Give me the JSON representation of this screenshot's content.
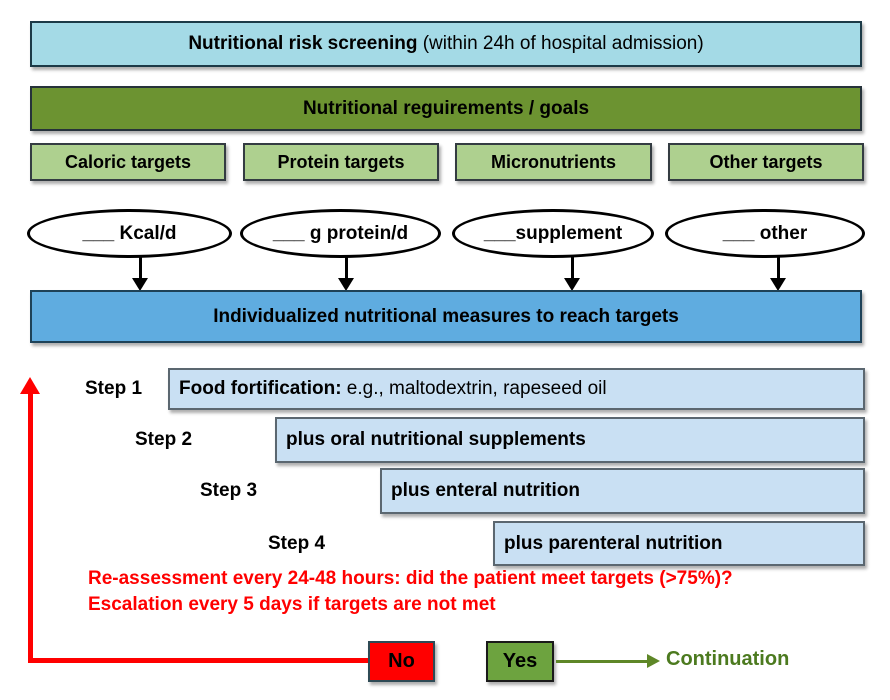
{
  "colors": {
    "cyan_box": "#A4DAE6",
    "dark_green": "#6C9331",
    "light_green": "#AED08F",
    "mid_blue": "#5FACE0",
    "light_blue": "#C9E0F3",
    "red": "#FF0000",
    "yes_green": "#6DA33F",
    "olive_arrow": "#5E8727",
    "olive_text": "#4C7A1F"
  },
  "screening": {
    "title_bold": "Nutritional risk screening",
    "title_rest": " (within 24h of hospital admission)"
  },
  "requirements": {
    "title": "Nutritional reguirements / goals"
  },
  "targets": [
    {
      "label": "Caloric targets"
    },
    {
      "label": "Protein targets"
    },
    {
      "label": "Micronutrients"
    },
    {
      "label": "Other targets"
    }
  ],
  "goal_values": [
    {
      "label": "___ Kcal/d"
    },
    {
      "label": "___ g protein/d"
    },
    {
      "label": "___supplement"
    },
    {
      "label": "___ other"
    }
  ],
  "measures": {
    "title": "Individualized nutritional measures to reach targets"
  },
  "steps": [
    {
      "label": "Step 1",
      "text_bold": "Food fortification:",
      "text_rest": " e.g., maltodextrin, rapeseed oil"
    },
    {
      "label": "Step 2",
      "text_bold": "plus oral nutritional supplements",
      "text_rest": ""
    },
    {
      "label": "Step 3",
      "text_bold": "plus enteral nutrition",
      "text_rest": ""
    },
    {
      "label": "Step 4",
      "text_bold": "plus parenteral nutrition",
      "text_rest": ""
    }
  ],
  "reassessment": {
    "line1": "Re-assessment every 24-48 hours: did the patient meet targets (>75%)?",
    "line2": "Escalation every 5 days if targets are not met"
  },
  "decision": {
    "no_label": "No",
    "yes_label": "Yes",
    "continuation_label": "Continuation"
  }
}
